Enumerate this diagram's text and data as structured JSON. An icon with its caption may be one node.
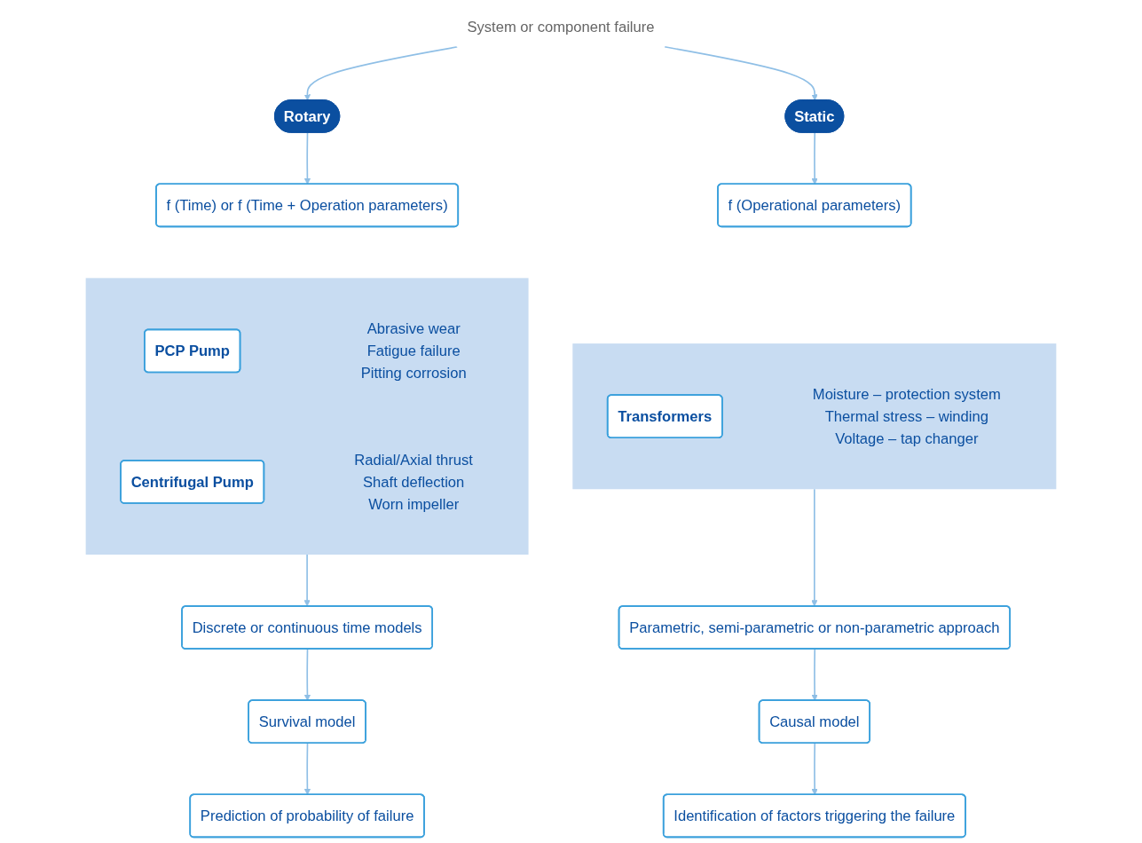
{
  "diagram": {
    "nodes": [
      {
        "text": [
          "System or component failure"
        ]
      },
      {
        "text": [
          "Rotary"
        ]
      },
      {
        "text": [
          "Static"
        ]
      },
      {
        "text": [
          "f (Time) or f (Time + Operation parameters)"
        ]
      },
      {
        "text": [
          "f (Operational parameters)"
        ]
      },
      {
        "text": [],
        "shape": "box"
      },
      {
        "text": [
          "PCP Pump"
        ],
        "in": 5,
        "beside": [
          "Abrasive wear",
          "Fatigue failure",
          "Pitting corrosion"
        ]
      },
      {
        "text": [
          "Centrifugal Pump"
        ],
        "in": 5,
        "beside": [
          "Radial/Axial thrust",
          "Shaft deflection",
          "Worn impeller"
        ]
      },
      {
        "text": [],
        "shape": "box"
      },
      {
        "text": [
          "Transformers"
        ],
        "in": 8,
        "beside": [
          "Moisture – protection system",
          "Thermal stress – winding",
          "Voltage – tap changer"
        ]
      },
      {
        "text": [
          "Discrete or continuous time models"
        ]
      },
      {
        "text": [
          "Parametric, semi-parametric or non-parametric approach"
        ]
      },
      {
        "text": [
          "Survival model"
        ]
      },
      {
        "text": [
          "Causal model"
        ]
      },
      {
        "text": [
          "Prediction of probability of failure"
        ]
      },
      {
        "text": [
          "Identification of factors triggering the failure"
        ]
      }
    ],
    "edges": [
      {
        "from": 0,
        "to": 1,
        "arrow": "to"
      },
      {
        "from": 0,
        "to": 2,
        "arrow": "to"
      },
      {
        "from": 1,
        "to": 3,
        "arrow": "to"
      },
      {
        "from": 2,
        "to": 4,
        "arrow": "to"
      },
      {
        "from": 5,
        "to": 10,
        "arrow": "to"
      },
      {
        "from": 8,
        "to": 11,
        "arrow": "to"
      },
      {
        "from": 10,
        "to": 12,
        "arrow": "to"
      },
      {
        "from": 11,
        "to": 13,
        "arrow": "to"
      },
      {
        "from": 12,
        "to": 14,
        "arrow": "to"
      },
      {
        "from": 13,
        "to": 15,
        "arrow": "to"
      }
    ]
  }
}
